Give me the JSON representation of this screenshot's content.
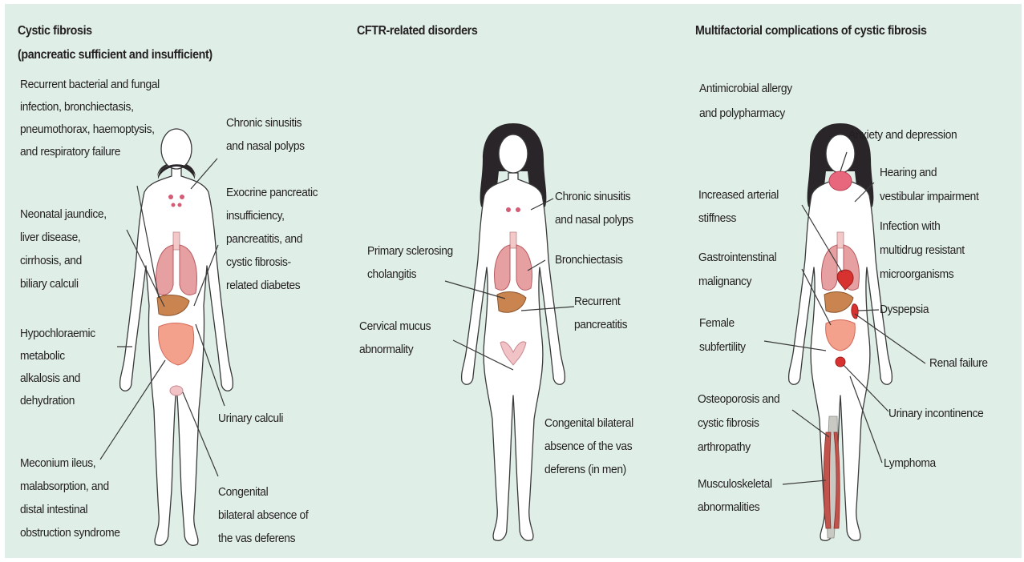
{
  "colors": {
    "panel_background": "#dfeee6",
    "text": "#231f20",
    "organ_red": "#d7322f",
    "lung_pink": "#e7a0a2"
  },
  "panel1": {
    "title_line1": "Cystic fibrosis",
    "title_line2": "(pancreatic sufficient and insufficient)",
    "labels": {
      "respiratory": [
        "Recurrent bacterial and fungal",
        "infection, bronchiectasis,",
        "pneumothorax, haemoptysis,",
        "and respiratory failure"
      ],
      "sinusitis": [
        "Chronic sinusitis",
        "and nasal polyps"
      ],
      "pancreatic": [
        "Exocrine pancreatic",
        "insufficiency,",
        "pancreatitis, and",
        "cystic fibrosis-",
        "related diabetes"
      ],
      "liver": [
        "Neonatal jaundice,",
        "liver disease,",
        "cirrhosis, and",
        "biliary calculi"
      ],
      "alkalosis": [
        "Hypochloraemic",
        "metabolic",
        "alkalosis and",
        "dehydration"
      ],
      "urinary": [
        "Urinary calculi"
      ],
      "meconium": [
        "Meconium ileus,",
        "malabsorption, and",
        "distal intestinal",
        "obstruction syndrome"
      ],
      "vas": [
        "Congenital",
        "bilateral absence of",
        "the vas deferens"
      ]
    }
  },
  "panel2": {
    "title": "CFTR-related disorders",
    "labels": {
      "sinusitis": [
        "Chronic sinusitis",
        "and nasal polyps"
      ],
      "cholangitis": [
        "Primary sclerosing",
        "cholangitis"
      ],
      "bronchiectasis": [
        "Bronchiectasis"
      ],
      "pancreatitis": [
        "Recurrent",
        "pancreatitis"
      ],
      "cervical": [
        "Cervical mucus",
        "abnormality"
      ],
      "vas": [
        "Congenital bilateral",
        "absence of the vas",
        "deferens (in men)"
      ]
    }
  },
  "panel3": {
    "title": "Multifactorial complications of cystic fibrosis",
    "labels": {
      "allergy": [
        "Antimicrobial allergy",
        "and polypharmacy"
      ],
      "anxiety": [
        "Anxiety and depression"
      ],
      "hearing": [
        "Hearing and",
        "vestibular impairment"
      ],
      "arterial": [
        "Increased arterial",
        "stiffness"
      ],
      "infection": [
        "Infection with",
        "multidrug resistant",
        "microorganisms"
      ],
      "gi": [
        "Gastrointenstinal",
        "malignancy"
      ],
      "dyspepsia": [
        "Dyspepsia"
      ],
      "subfertility": [
        "Female",
        "subfertility"
      ],
      "renal": [
        "Renal failure"
      ],
      "osteoporosis": [
        "Osteoporosis and",
        "cystic fibrosis",
        "arthropathy"
      ],
      "incontinence": [
        "Urinary incontinence"
      ],
      "lymphoma": [
        "Lymphoma"
      ],
      "musculoskeletal": [
        "Musculoskeletal",
        "abnormalities"
      ]
    }
  }
}
